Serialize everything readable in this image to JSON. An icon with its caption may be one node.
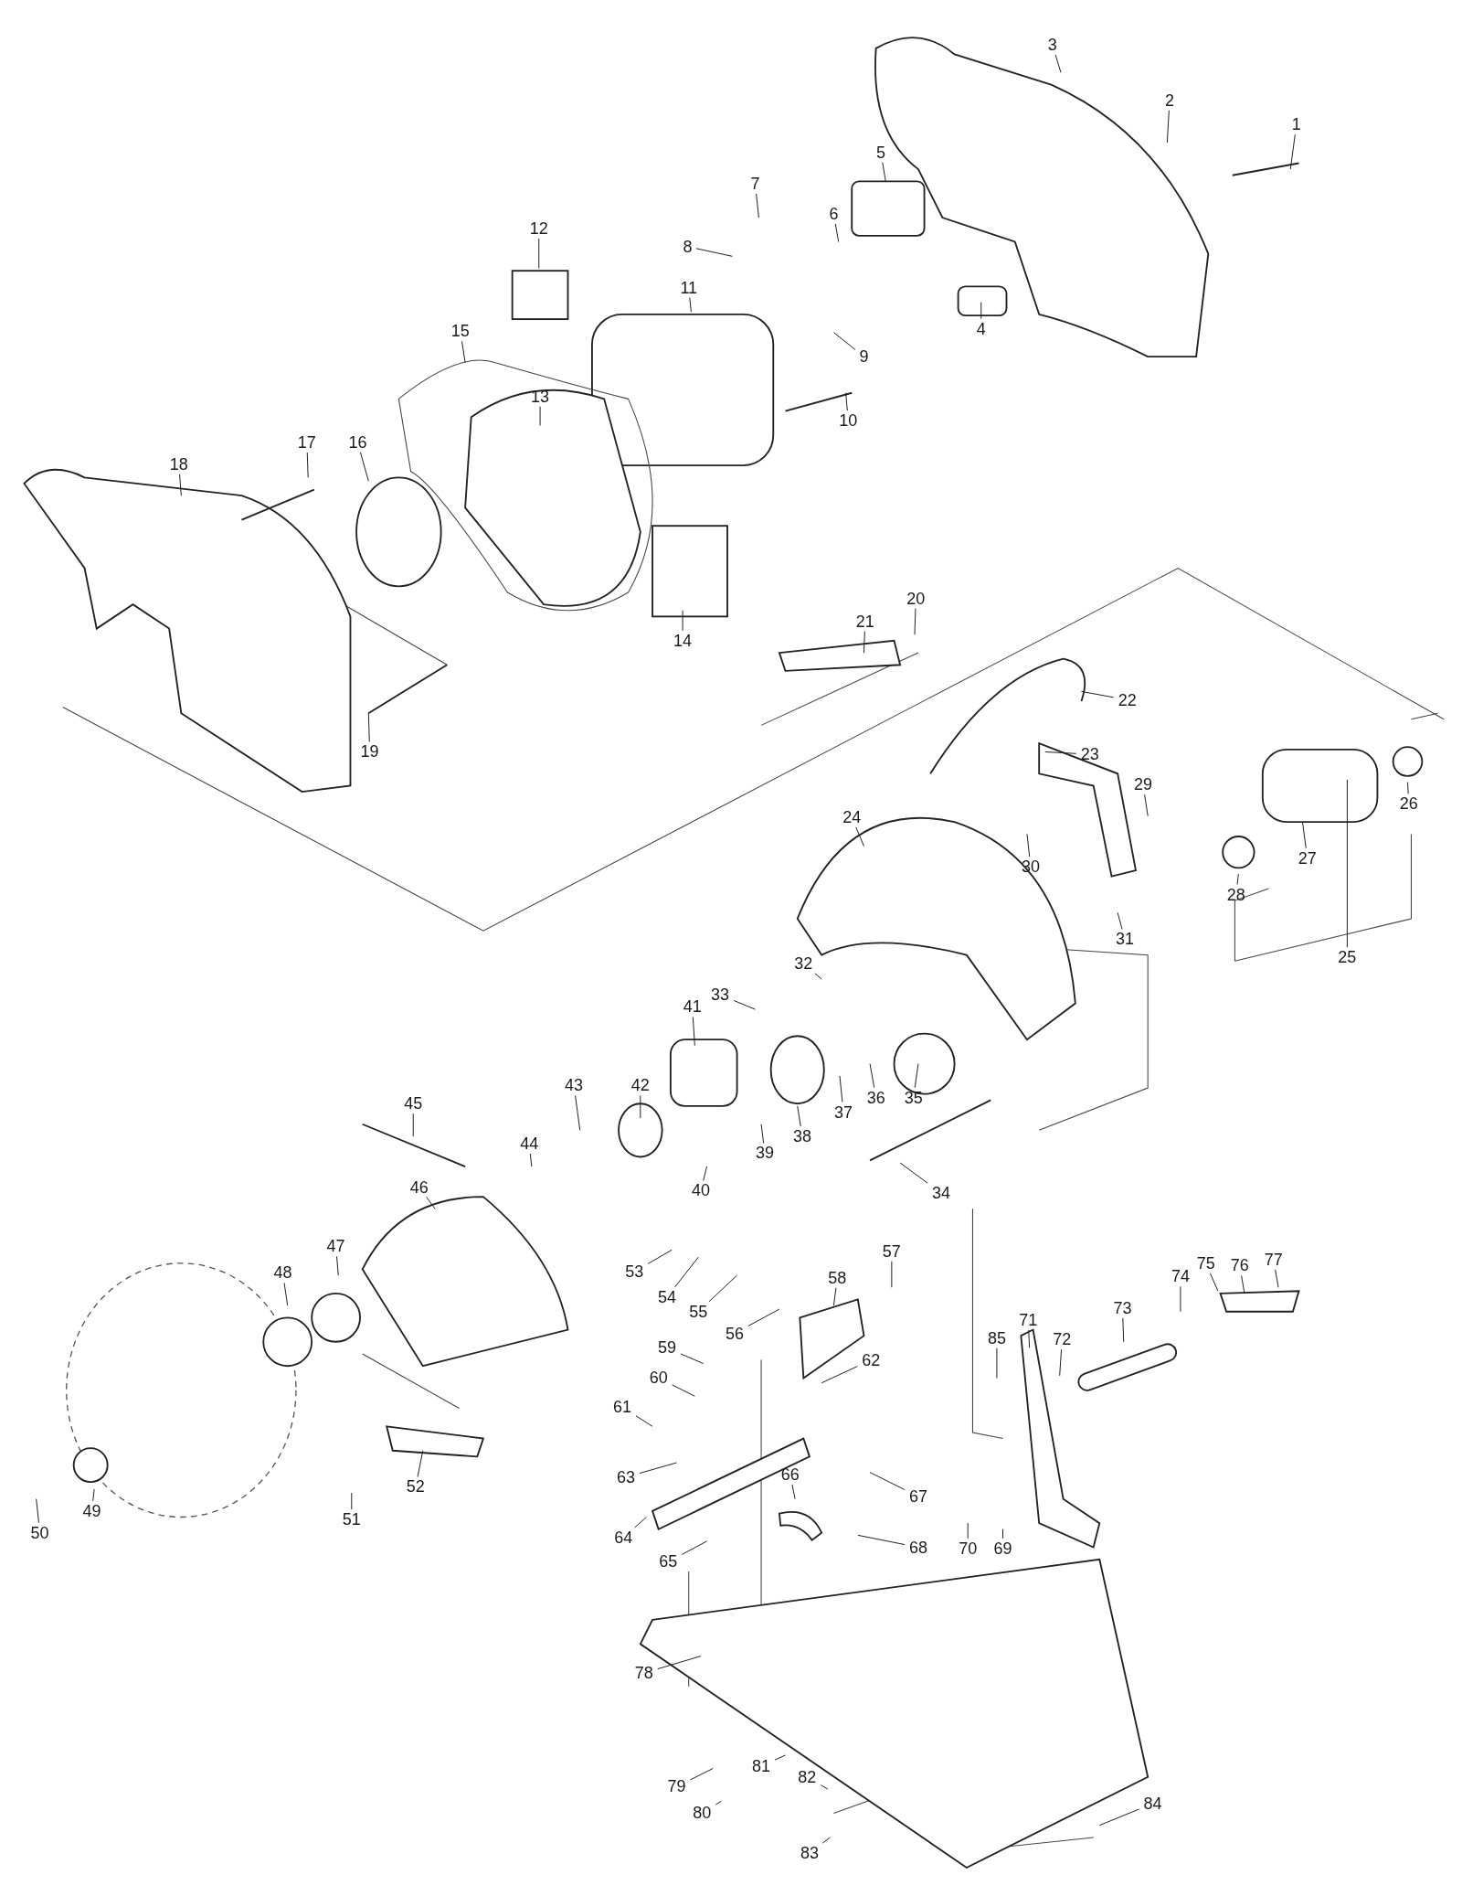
{
  "diagram": {
    "nodes": [
      {
        "text": [
          "1"
        ]
      },
      {
        "text": [
          "2"
        ]
      },
      {
        "text": [
          "3"
        ]
      },
      {
        "text": [
          "4"
        ]
      },
      {
        "text": [
          "5"
        ]
      },
      {
        "text": [
          "6"
        ]
      },
      {
        "text": [
          "7"
        ]
      },
      {
        "text": [
          "8"
        ]
      },
      {
        "text": [
          "9"
        ]
      },
      {
        "text": [
          "10"
        ]
      },
      {
        "text": [
          "11"
        ]
      },
      {
        "text": [
          "12"
        ]
      },
      {
        "text": [
          "13"
        ]
      },
      {
        "text": [
          "14"
        ]
      },
      {
        "text": [
          "15"
        ]
      },
      {
        "text": [
          "16"
        ]
      },
      {
        "text": [
          "17"
        ]
      },
      {
        "text": [
          "18"
        ]
      },
      {
        "text": [
          "19"
        ]
      },
      {
        "text": [
          "20"
        ]
      },
      {
        "text": [
          "21"
        ]
      },
      {
        "text": [
          "22"
        ]
      },
      {
        "text": [
          "23"
        ]
      },
      {
        "text": [
          "24"
        ]
      },
      {
        "text": [
          "25"
        ]
      },
      {
        "text": [
          "26"
        ]
      },
      {
        "text": [
          "27"
        ]
      },
      {
        "text": [
          "28"
        ]
      },
      {
        "text": [
          "29"
        ]
      },
      {
        "text": [
          "30"
        ]
      },
      {
        "text": [
          "31"
        ]
      },
      {
        "text": [
          "32"
        ]
      },
      {
        "text": [
          "33"
        ]
      },
      {
        "text": [
          "34"
        ]
      },
      {
        "text": [
          "35"
        ]
      },
      {
        "text": [
          "36"
        ]
      },
      {
        "text": [
          "37"
        ]
      },
      {
        "text": [
          "38"
        ]
      },
      {
        "text": [
          "39"
        ]
      },
      {
        "text": [
          "40"
        ]
      },
      {
        "text": [
          "41"
        ]
      },
      {
        "text": [
          "42"
        ]
      },
      {
        "text": [
          "43"
        ]
      },
      {
        "text": [
          "44"
        ]
      },
      {
        "text": [
          "45"
        ]
      },
      {
        "text": [
          "46"
        ]
      },
      {
        "text": [
          "47"
        ]
      },
      {
        "text": [
          "48"
        ]
      },
      {
        "text": [
          "49"
        ]
      },
      {
        "text": [
          "50"
        ]
      },
      {
        "text": [
          "51"
        ]
      },
      {
        "text": [
          "52"
        ]
      },
      {
        "text": [
          "53"
        ]
      },
      {
        "text": [
          "54"
        ]
      },
      {
        "text": [
          "55"
        ]
      },
      {
        "text": [
          "56"
        ]
      },
      {
        "text": [
          "57"
        ]
      },
      {
        "text": [
          "58"
        ]
      },
      {
        "text": [
          "59"
        ]
      },
      {
        "text": [
          "60"
        ]
      },
      {
        "text": [
          "61"
        ]
      },
      {
        "text": [
          "62"
        ]
      },
      {
        "text": [
          "63"
        ]
      },
      {
        "text": [
          "64"
        ]
      },
      {
        "text": [
          "65"
        ]
      },
      {
        "text": [
          "66"
        ]
      },
      {
        "text": [
          "67"
        ]
      },
      {
        "text": [
          "68"
        ]
      },
      {
        "text": [
          "69"
        ]
      },
      {
        "text": [
          "70"
        ]
      },
      {
        "text": [
          "71"
        ]
      },
      {
        "text": [
          "72"
        ]
      },
      {
        "text": [
          "73"
        ]
      },
      {
        "text": [
          "74"
        ]
      },
      {
        "text": [
          "75"
        ]
      },
      {
        "text": [
          "76"
        ]
      },
      {
        "text": [
          "77"
        ]
      },
      {
        "text": [
          "78"
        ]
      },
      {
        "text": [
          "79"
        ]
      },
      {
        "text": [
          "80"
        ]
      },
      {
        "text": [
          "81"
        ]
      },
      {
        "text": [
          "82"
        ]
      },
      {
        "text": [
          "83"
        ]
      },
      {
        "text": [
          "84"
        ]
      },
      {
        "text": [
          "85"
        ]
      }
    ],
    "edges": [
      {
        "from": 0,
        "to": null,
        "arrow": "none"
      },
      {
        "from": 1,
        "to": null,
        "arrow": "none"
      },
      {
        "from": 2,
        "to": null,
        "arrow": "none"
      },
      {
        "from": 3,
        "to": null,
        "arrow": "none"
      },
      {
        "from": 4,
        "to": null,
        "arrow": "none"
      },
      {
        "from": 5,
        "to": null,
        "arrow": "none"
      },
      {
        "from": 6,
        "to": null,
        "arrow": "none"
      },
      {
        "from": 7,
        "to": null,
        "arrow": "none"
      },
      {
        "from": 8,
        "to": null,
        "arrow": "none"
      },
      {
        "from": 9,
        "to": null,
        "arrow": "none"
      },
      {
        "from": 10,
        "to": null,
        "arrow": "none"
      },
      {
        "from": 11,
        "to": null,
        "arrow": "none"
      },
      {
        "from": 12,
        "to": null,
        "arrow": "none"
      },
      {
        "from": 13,
        "to": null,
        "arrow": "none"
      },
      {
        "from": 14,
        "to": null,
        "arrow": "none"
      },
      {
        "from": 15,
        "to": null,
        "arrow": "none"
      },
      {
        "from": 16,
        "to": null,
        "arrow": "none"
      },
      {
        "from": 17,
        "to": null,
        "arrow": "none"
      },
      {
        "from": 18,
        "to": null,
        "arrow": "none"
      },
      {
        "from": 19,
        "to": null,
        "arrow": "none"
      },
      {
        "from": 20,
        "to": null,
        "arrow": "none"
      },
      {
        "from": 21,
        "to": null,
        "arrow": "none"
      },
      {
        "from": 22,
        "to": null,
        "arrow": "none"
      },
      {
        "from": 23,
        "to": null,
        "arrow": "none"
      },
      {
        "from": 24,
        "to": null,
        "arrow": "none"
      },
      {
        "from": 25,
        "to": null,
        "arrow": "none"
      },
      {
        "from": 26,
        "to": null,
        "arrow": "none"
      },
      {
        "from": 27,
        "to": null,
        "arrow": "none"
      },
      {
        "from": 28,
        "to": null,
        "arrow": "none"
      },
      {
        "from": 29,
        "to": null,
        "arrow": "none"
      },
      {
        "from": 30,
        "to": null,
        "arrow": "none"
      },
      {
        "from": 31,
        "to": null,
        "arrow": "none"
      },
      {
        "from": 32,
        "to": null,
        "arrow": "none"
      },
      {
        "from": 33,
        "to": null,
        "arrow": "none"
      },
      {
        "from": 34,
        "to": null,
        "arrow": "none"
      },
      {
        "from": 35,
        "to": null,
        "arrow": "none"
      },
      {
        "from": 36,
        "to": null,
        "arrow": "none"
      },
      {
        "from": 37,
        "to": null,
        "arrow": "none"
      },
      {
        "from": 38,
        "to": null,
        "arrow": "none"
      },
      {
        "from": 39,
        "to": null,
        "arrow": "none"
      },
      {
        "from": 40,
        "to": null,
        "arrow": "none"
      },
      {
        "from": 41,
        "to": null,
        "arrow": "none"
      },
      {
        "from": 42,
        "to": null,
        "arrow": "none"
      },
      {
        "from": 43,
        "to": null,
        "arrow": "none"
      },
      {
        "from": 44,
        "to": null,
        "arrow": "none"
      },
      {
        "from": 45,
        "to": null,
        "arrow": "none"
      },
      {
        "from": 46,
        "to": null,
        "arrow": "none"
      },
      {
        "from": 47,
        "to": null,
        "arrow": "none"
      },
      {
        "from": 48,
        "to": null,
        "arrow": "none"
      },
      {
        "from": 49,
        "to": null,
        "arrow": "none"
      },
      {
        "from": 50,
        "to": null,
        "arrow": "none"
      },
      {
        "from": 51,
        "to": null,
        "arrow": "none"
      },
      {
        "from": 52,
        "to": null,
        "arrow": "none"
      },
      {
        "from": 53,
        "to": null,
        "arrow": "none"
      },
      {
        "from": 54,
        "to": null,
        "arrow": "none"
      },
      {
        "from": 55,
        "to": null,
        "arrow": "none"
      },
      {
        "from": 56,
        "to": null,
        "arrow": "none"
      },
      {
        "from": 57,
        "to": null,
        "arrow": "none"
      },
      {
        "from": 58,
        "to": null,
        "arrow": "none"
      },
      {
        "from": 59,
        "to": null,
        "arrow": "none"
      },
      {
        "from": 60,
        "to": null,
        "arrow": "none"
      },
      {
        "from": 61,
        "to": null,
        "arrow": "none"
      },
      {
        "from": 62,
        "to": null,
        "arrow": "none"
      },
      {
        "from": 63,
        "to": null,
        "arrow": "none"
      },
      {
        "from": 64,
        "to": null,
        "arrow": "none"
      },
      {
        "from": 65,
        "to": null,
        "arrow": "none"
      },
      {
        "from": 66,
        "to": null,
        "arrow": "none"
      },
      {
        "from": 67,
        "to": null,
        "arrow": "none"
      },
      {
        "from": 68,
        "to": null,
        "arrow": "none"
      },
      {
        "from": 69,
        "to": null,
        "arrow": "none"
      },
      {
        "from": 70,
        "to": null,
        "arrow": "none"
      },
      {
        "from": 71,
        "to": null,
        "arrow": "none"
      },
      {
        "from": 72,
        "to": null,
        "arrow": "none"
      },
      {
        "from": 73,
        "to": null,
        "arrow": "none"
      },
      {
        "from": 74,
        "to": null,
        "arrow": "none"
      },
      {
        "from": 75,
        "to": null,
        "arrow": "none"
      },
      {
        "from": 76,
        "to": null,
        "arrow": "none"
      },
      {
        "from": 77,
        "to": null,
        "arrow": "none"
      },
      {
        "from": 78,
        "to": null,
        "arrow": "none"
      },
      {
        "from": 79,
        "to": null,
        "arrow": "none"
      },
      {
        "from": 80,
        "to": null,
        "arrow": "none"
      },
      {
        "from": 81,
        "to": null,
        "arrow": "none"
      },
      {
        "from": 82,
        "to": null,
        "arrow": "none"
      },
      {
        "from": 83,
        "to": null,
        "arrow": "none"
      },
      {
        "from": 84,
        "to": null,
        "arrow": "none"
      }
    ]
  }
}
